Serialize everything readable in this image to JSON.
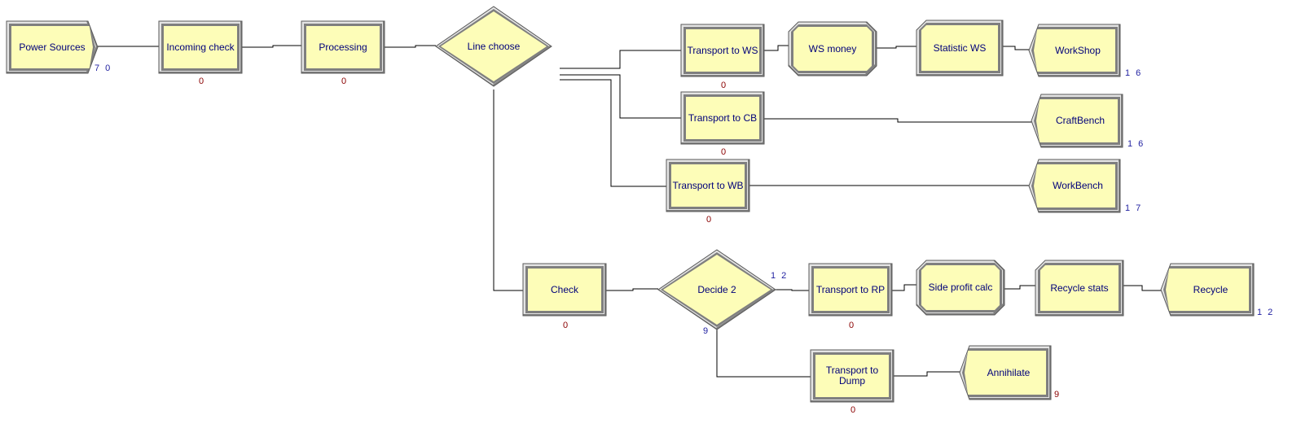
{
  "colors": {
    "fill": "#fdfdb8",
    "light_bevel": "#e4e4e4",
    "dark_bevel": "#7f7f7f",
    "label": "#00007a",
    "count_blue": "#1f1fa0",
    "count_red": "#8a0000",
    "connector": "#000000"
  },
  "modules": {
    "power_sources": {
      "label": "Power Sources",
      "shape": "create",
      "count": "7 0"
    },
    "incoming_check": {
      "label": "Incoming check",
      "shape": "process",
      "count": "0"
    },
    "processing": {
      "label": "Processing",
      "shape": "process",
      "count": "0"
    },
    "line_choose": {
      "label": "Line choose",
      "shape": "decide"
    },
    "transport_ws": {
      "label": "Transport to WS",
      "shape": "process",
      "count": "0"
    },
    "ws_money": {
      "label": "WS money",
      "shape": "assign"
    },
    "statistic_ws": {
      "label": "Statistic WS",
      "shape": "record"
    },
    "workshop": {
      "label": "WorkShop",
      "shape": "dispose",
      "count": "1 6"
    },
    "transport_cb": {
      "label": "Transport to CB",
      "shape": "process",
      "count": "0"
    },
    "craftbench": {
      "label": "CraftBench",
      "shape": "dispose",
      "count": "1 6"
    },
    "transport_wb": {
      "label": "Transport to WB",
      "shape": "process",
      "count": "0"
    },
    "workbench": {
      "label": "WorkBench",
      "shape": "dispose",
      "count": "1 7"
    },
    "check": {
      "label": "Check",
      "shape": "process",
      "count": "0"
    },
    "decide2": {
      "label": "Decide 2",
      "shape": "decide",
      "count_true": "1 2",
      "count_false": "9"
    },
    "transport_rp": {
      "label": "Transport to RP",
      "shape": "process",
      "count": "0"
    },
    "side_profit": {
      "label": "Side profit calc",
      "shape": "assign"
    },
    "recycle_stats": {
      "label": "Recycle stats",
      "shape": "record"
    },
    "recycle": {
      "label": "Recycle",
      "shape": "dispose",
      "count": "1 2"
    },
    "transport_dump": {
      "label": "Transport to Dump",
      "shape": "process",
      "count": "0"
    },
    "annihilate": {
      "label": "Annihilate",
      "shape": "dispose",
      "count": "9"
    }
  }
}
